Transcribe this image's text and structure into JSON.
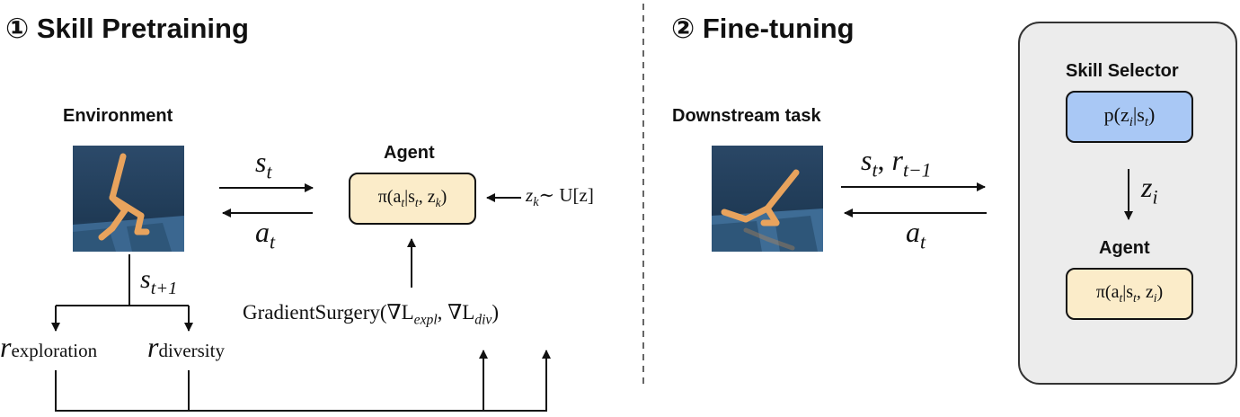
{
  "left": {
    "heading_num": "①",
    "heading": "Skill Pretraining",
    "environment_label": "Environment",
    "agent_label": "Agent",
    "state": "s",
    "state_sub": "t",
    "action": "a",
    "action_sub": "t",
    "next_state": "s",
    "next_state_sub": "t+1",
    "policy": {
      "pre": "π(a",
      "sub1": "t",
      "mid": "|s",
      "sub2": "t",
      "mid2": ", z",
      "sub3": "k",
      "post": ")"
    },
    "skill_sample": {
      "z": "z",
      "z_sub": "k",
      "rest": "∼ U[z]"
    },
    "reward_exploration": {
      "r": "r",
      "sub": "exploration"
    },
    "reward_diversity": {
      "r": "r",
      "sub": "diversity"
    },
    "gradient": {
      "pre": "GradientSurgery(∇L",
      "sub1": "expl",
      "mid": ", ∇L",
      "sub2": "div",
      "post": ")"
    }
  },
  "right": {
    "heading_num": "②",
    "heading": "Fine-tuning",
    "task_label": "Downstream task",
    "state_reward": {
      "s": "s",
      "s_sub": "t",
      "comma": ",",
      "r": "r",
      "r_sub": "t−1"
    },
    "action": "a",
    "action_sub": "t",
    "selector_label": "Skill Selector",
    "selector_policy": {
      "pre": "p(z",
      "sub1": "i",
      "mid": "|s",
      "sub2": "t",
      "post": ")"
    },
    "skill": "z",
    "skill_sub": "i",
    "agent_label": "Agent",
    "policy": {
      "pre": "π(a",
      "sub1": "t",
      "mid": "|s",
      "sub2": "t",
      "mid2": ", z",
      "sub3": "i",
      "post": ")"
    }
  }
}
